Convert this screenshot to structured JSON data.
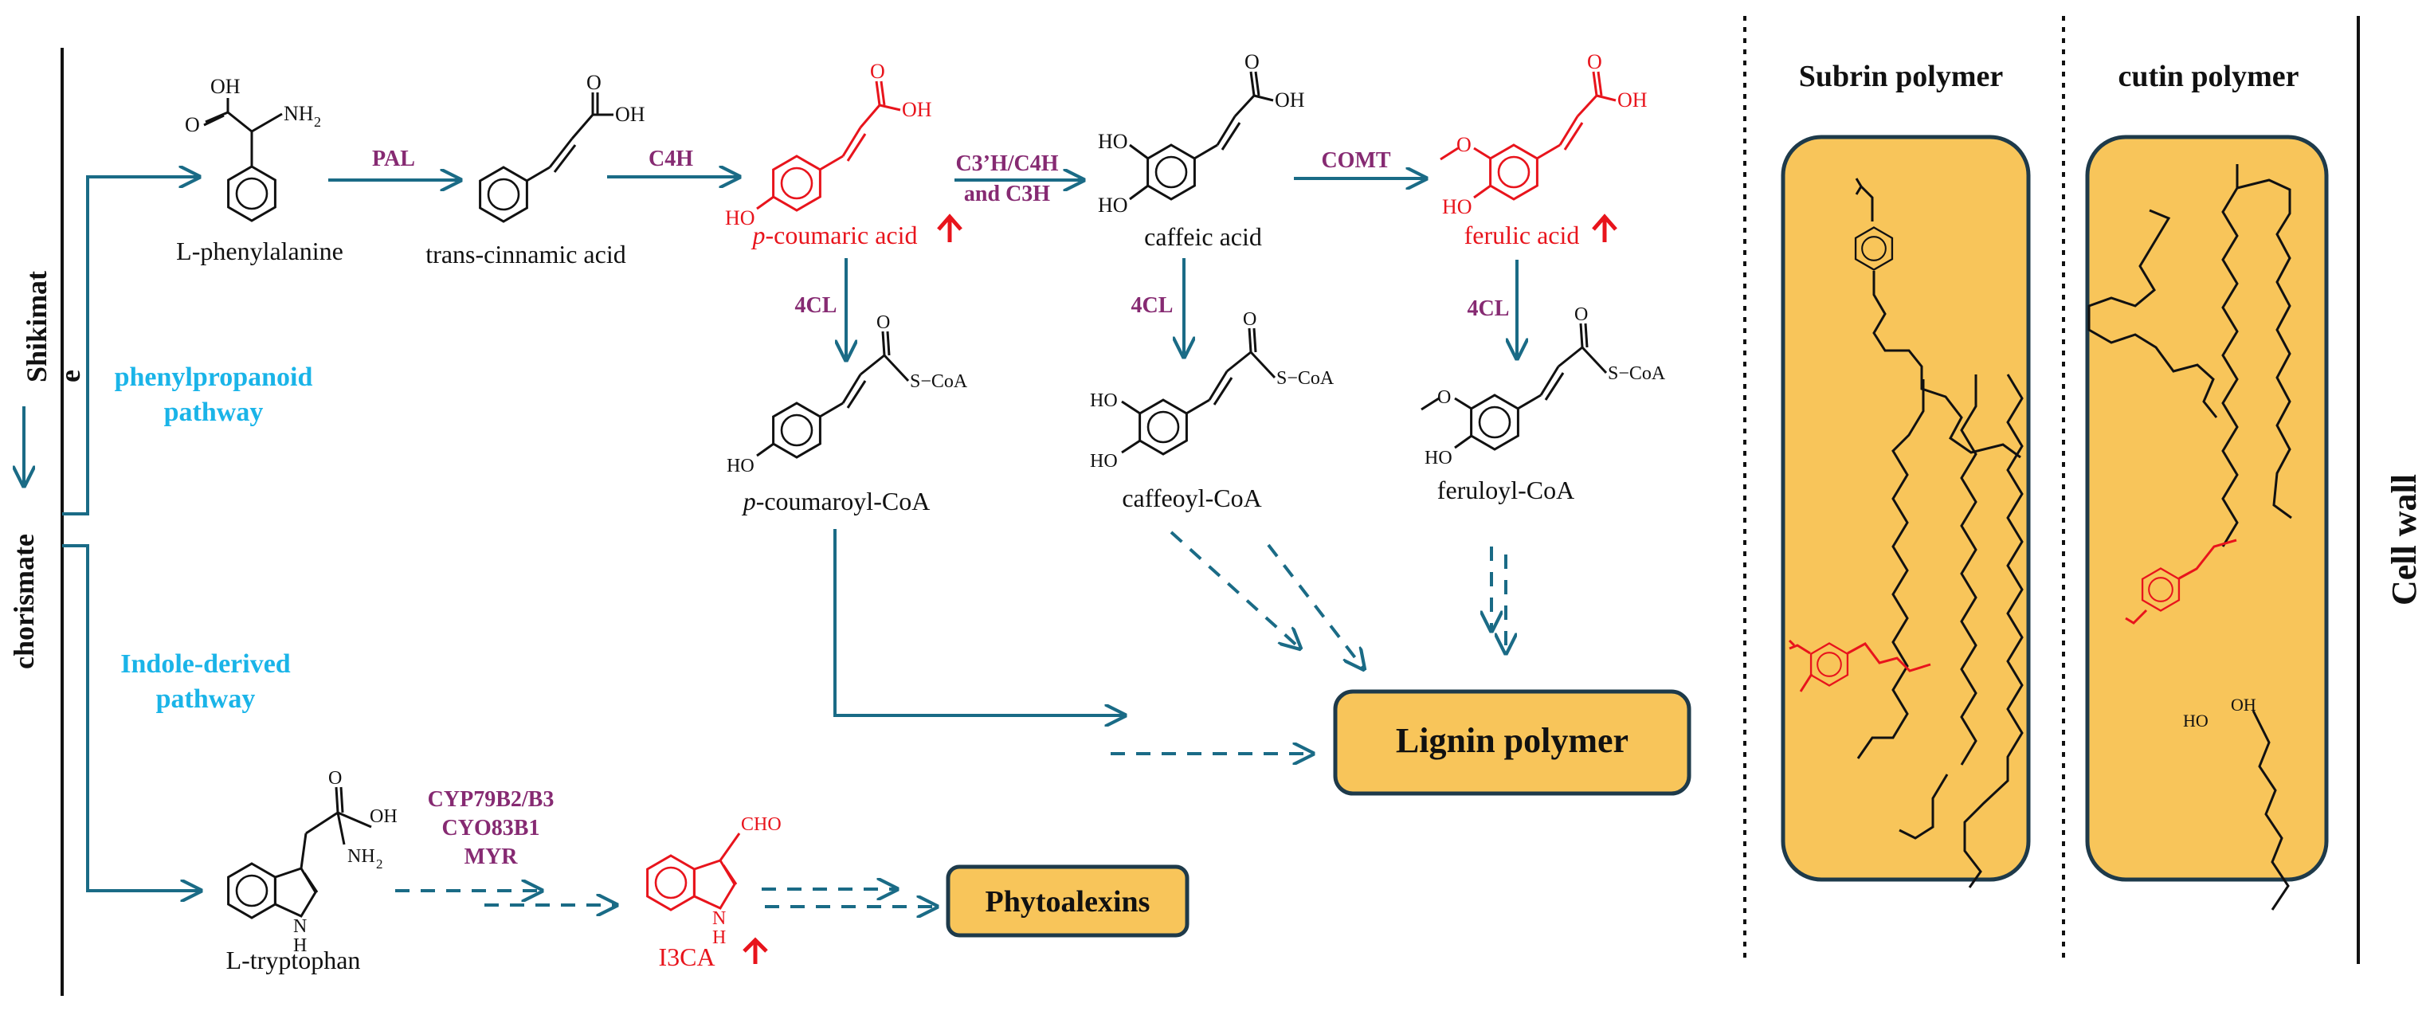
{
  "side_labels": {
    "shikimate_line1": "Shikimat",
    "shikimate_line2": "e",
    "chorismate": "chorismate",
    "cell_wall": "Cell wall"
  },
  "pathways": {
    "phenylpropanoid_line1": "phenylpropanoid",
    "phenylpropanoid_line2": "pathway",
    "indole_line1": "Indole-derived",
    "indole_line2": "pathway"
  },
  "compounds": {
    "phe": "L-phenylalanine",
    "cinnamic": "trans-cinnamic acid",
    "coumaric_italic": "p",
    "coumaric_rest": "-coumaric acid",
    "caffeic": "caffeic acid",
    "ferulic": "ferulic acid",
    "coumaroyl_italic": "p",
    "coumaroyl_rest": "-coumaroyl-CoA",
    "caffeoyl": "caffeoyl-CoA",
    "feruloyl": "feruloyl-CoA",
    "trp": "L-tryptophan",
    "i3ca": "I3CA"
  },
  "enzymes": {
    "pal": "PAL",
    "c4h": "C4H",
    "c3h_line1": "C3’H/C4H",
    "c3h_line2": "and C3H",
    "comt": "COMT",
    "fourcl_1": "4CL",
    "fourcl_2": "4CL",
    "fourcl_3": "4CL",
    "cyp_line1": "CYP79B2/B3",
    "cyp_line2": "CYO83B1",
    "cyp_line3": "MYR"
  },
  "products": {
    "lignin": "Lignin polymer",
    "phytoalexins": "Phytoalexins"
  },
  "polymers": {
    "suberin": "Subrin polymer",
    "cutin": "cutin polymer"
  },
  "atoms": {
    "oh": "OH",
    "ho": "HO",
    "nh2": "NH",
    "nh2_sub": "2",
    "o": "O",
    "scoa": "S−CoA",
    "cho": "CHO",
    "nh": "N",
    "h": "H"
  },
  "colors": {
    "arrow": "#1a6b86",
    "enzyme": "#862a72",
    "pathway": "#1ab4e8",
    "highlight": "#e8141c",
    "box_fill": "#f8c55a",
    "box_stroke": "#1e3a4a",
    "text": "#111111"
  }
}
